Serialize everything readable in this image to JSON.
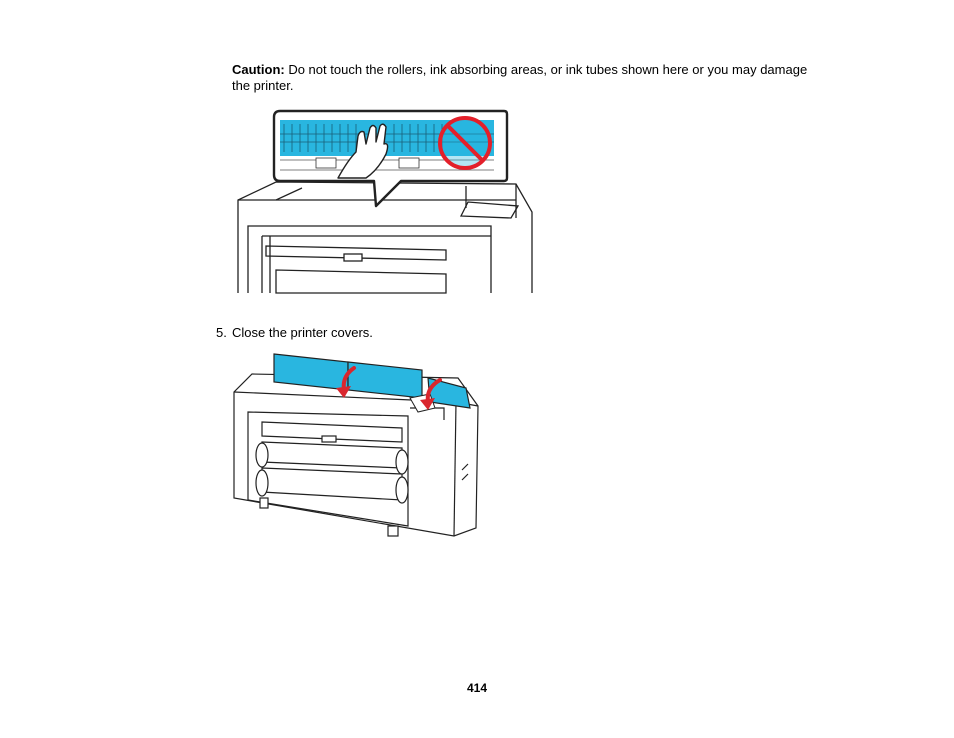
{
  "caution": {
    "label": "Caution:",
    "text": " Do not touch the rollers, ink absorbing areas, or ink tubes shown here or you may damage the printer."
  },
  "step": {
    "number": "5.",
    "text": "Close the printer covers."
  },
  "page_number": "414",
  "colors": {
    "highlight": "#29b6e0",
    "prohibit": "#e3202a",
    "arrow": "#d9262e",
    "outline": "#222222"
  }
}
